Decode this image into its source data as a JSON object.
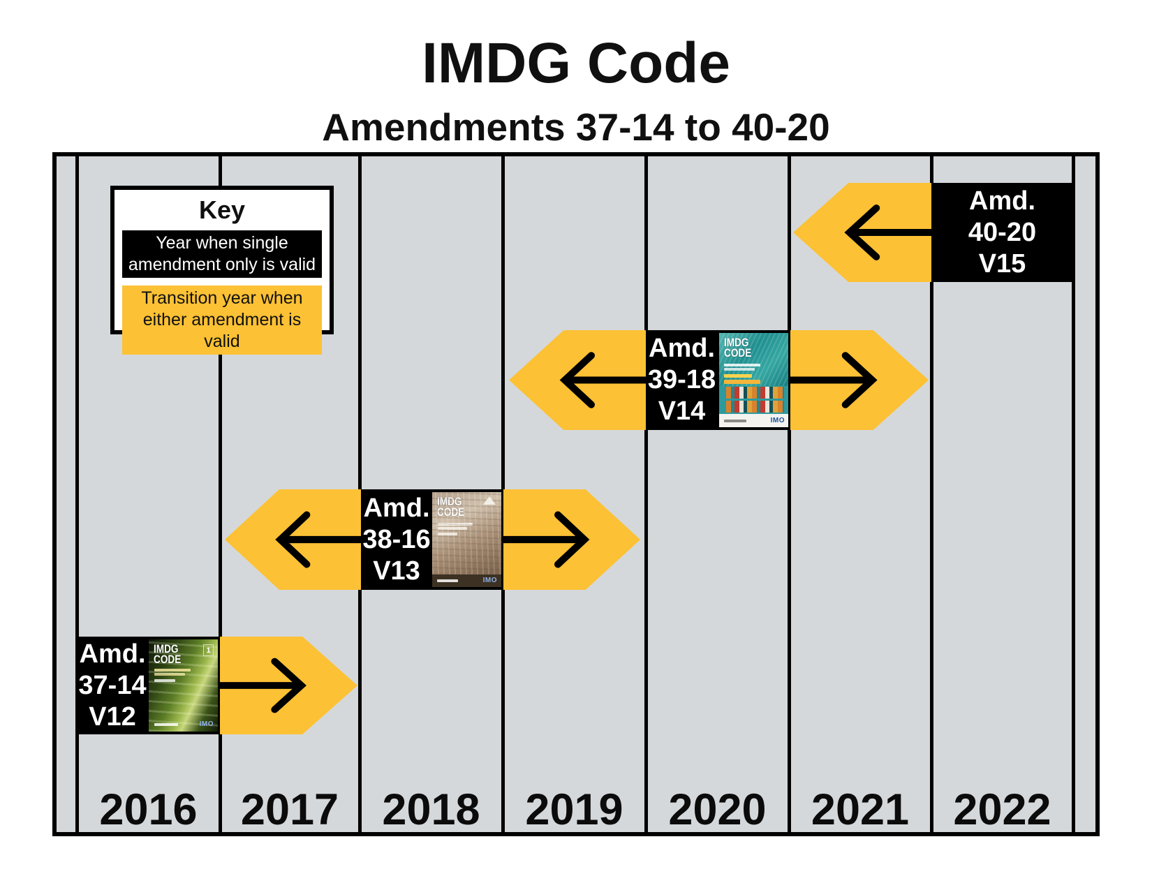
{
  "title": "IMDG Code",
  "subtitle": "Amendments 37-14 to 40-20",
  "key": {
    "title": "Key",
    "single_label": "Year when single amendment only is valid",
    "transition_label": "Transition year when either amendment is valid"
  },
  "years": [
    "2016",
    "2017",
    "2018",
    "2019",
    "2020",
    "2021",
    "2022"
  ],
  "colors": {
    "transition_yellow": "#FCC134",
    "single_black": "#000000",
    "grid_gray": "#D5D8DB"
  },
  "amendments": [
    {
      "label_line1": "Amd.",
      "label_line2": "37-14",
      "label_line3": "V12",
      "single_year": "2016",
      "transition_years": [
        "2017"
      ],
      "arrow_directions": [
        "right"
      ]
    },
    {
      "label_line1": "Amd.",
      "label_line2": "38-16",
      "label_line3": "V13",
      "single_year": "2018",
      "transition_years": [
        "2017",
        "2019"
      ],
      "arrow_directions": [
        "left",
        "right"
      ]
    },
    {
      "label_line1": "Amd.",
      "label_line2": "39-18",
      "label_line3": "V14",
      "single_year": "2020",
      "transition_years": [
        "2019",
        "2021"
      ],
      "arrow_directions": [
        "left",
        "right"
      ]
    },
    {
      "label_line1": "Amd.",
      "label_line2": "40-20",
      "label_line3": "V15",
      "single_year": "2022",
      "transition_years": [
        "2021"
      ],
      "arrow_directions": [
        "left"
      ]
    }
  ],
  "covers": {
    "v12": {
      "title_line1": "IMDG",
      "title_line2": "CODE",
      "volume_badge": "1",
      "publisher": "IMO"
    },
    "v13": {
      "title_line1": "IMDG",
      "title_line2": "CODE",
      "publisher": "IMO"
    },
    "v14": {
      "title_line1": "IMDG",
      "title_line2": "CODE",
      "publisher": "IMO"
    }
  }
}
